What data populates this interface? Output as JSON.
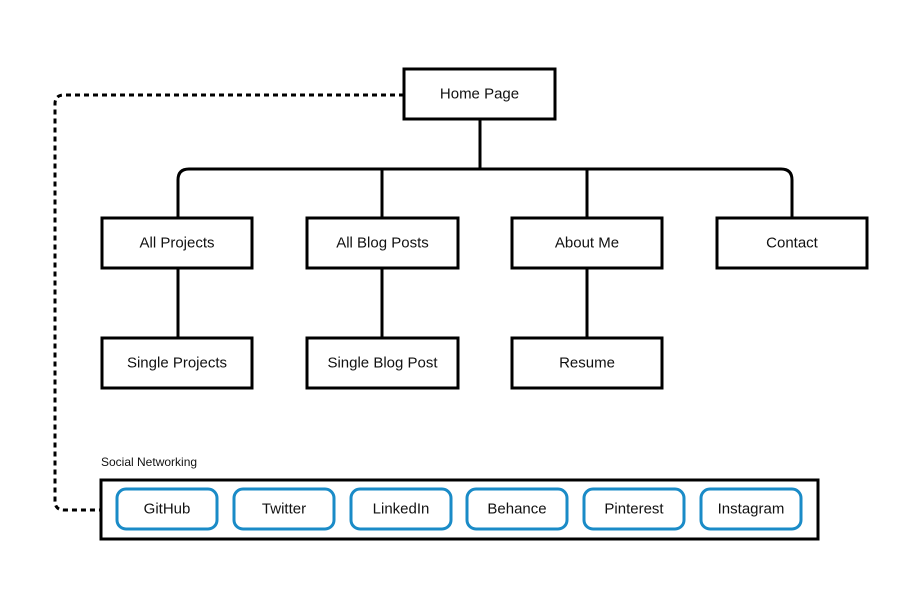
{
  "diagram": {
    "root": {
      "label": "Home Page"
    },
    "sections": [
      {
        "label": "All Projects",
        "child": "Single Projects"
      },
      {
        "label": "All Blog Posts",
        "child": "Single Blog Post"
      },
      {
        "label": "About Me",
        "child": "Resume"
      },
      {
        "label": "Contact",
        "child": null
      }
    ],
    "social": {
      "title": "Social Networking",
      "items": [
        "GitHub",
        "Twitter",
        "LinkedIn",
        "Behance",
        "Pinterest",
        "Instagram"
      ]
    }
  },
  "colors": {
    "line": "#000000",
    "box_fill": "#ffffff",
    "social_accent": "#1a8bc7"
  }
}
